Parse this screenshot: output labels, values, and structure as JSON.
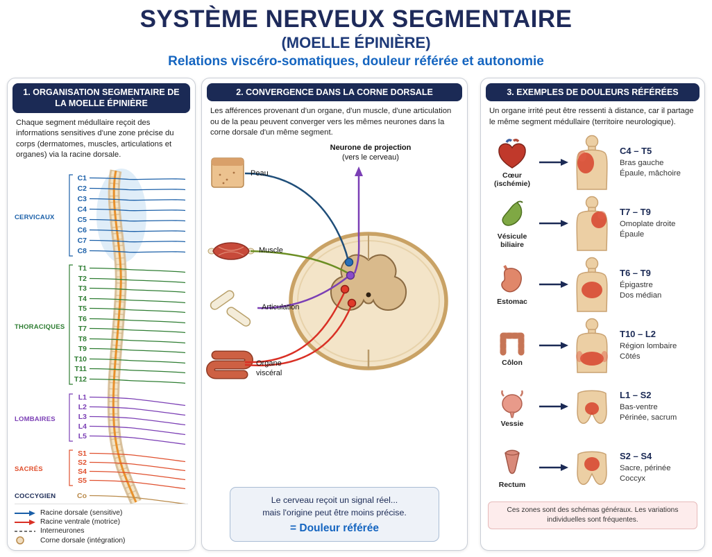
{
  "page": {
    "title": "SYSTÈME NERVEUX SEGMENTAIRE",
    "subtitle": "(MOELLE ÉPINIÈRE)",
    "tagline": "Relations viscéro-somatiques, douleur référée et autonomie"
  },
  "colors": {
    "navy": "#1b2a55",
    "accent_blue": "#1565c0",
    "cervical": "#1a5fa8",
    "thoracic": "#2e7d32",
    "lumbar": "#7b3fb5",
    "sacral": "#e0502e",
    "coccygeal": "#b98a4a",
    "referred_red": "#d63a25"
  },
  "panel1": {
    "title": "1. ORGANISATION SEGMENTAIRE DE LA MOELLE ÉPINIÈRE",
    "intro": "Chaque segment médullaire reçoit des informations sensitives d'une zone précise du corps (dermatomes, muscles, articulations et organes) via la racine dorsale.",
    "groups": [
      {
        "name": "CERVICAUX",
        "color": "#1a5fa8",
        "segments": [
          "C1",
          "C2",
          "C3",
          "C4",
          "C5",
          "C6",
          "C7",
          "C8"
        ]
      },
      {
        "name": "THORACIQUES",
        "color": "#2e7d32",
        "segments": [
          "T1",
          "T2",
          "T3",
          "T4",
          "T5",
          "T6",
          "T7",
          "T8",
          "T9",
          "T10",
          "T11",
          "T12"
        ]
      },
      {
        "name": "LOMBAIRES",
        "color": "#7b3fb5",
        "segments": [
          "L1",
          "L2",
          "L3",
          "L4",
          "L5"
        ]
      },
      {
        "name": "SACRÉS",
        "color": "#e0502e",
        "segments": [
          "S1",
          "S2",
          "S4",
          "S5"
        ]
      },
      {
        "name": "COCCYGIEN",
        "color": "#1b2a55",
        "segments": [
          "Co"
        ]
      }
    ],
    "legend": [
      {
        "icon": "arrow-right-blue",
        "label": "Racine dorsale (sensitive)"
      },
      {
        "icon": "arrow-right-red",
        "label": "Racine ventrale (motrice)"
      },
      {
        "icon": "dashed-line",
        "label": "Interneurones"
      },
      {
        "icon": "beige-dot",
        "label": "Corne dorsale (intégration)"
      }
    ]
  },
  "panel2": {
    "title": "2. CONVERGENCE DANS LA CORNE DORSALE",
    "intro": "Les afférences provenant d'un organe, d'un muscle, d'une articulation ou de la peau peuvent converger vers les mêmes neurones dans la corne dorsale d'un même segment.",
    "projection_line1": "Neurone de projection",
    "projection_line2": "(vers le cerveau)",
    "inputs": [
      {
        "label": "Peau",
        "color": "#1f4e79"
      },
      {
        "label": "Muscle",
        "color": "#6b8e23"
      },
      {
        "label": "Articulation",
        "color": "#7b3fb5"
      },
      {
        "label": "Organe viscéral",
        "color": "#d93025"
      }
    ],
    "conclusion_line1": "Le cerveau reçoit un signal réel...",
    "conclusion_line2": "mais l'origine peut être moins précise.",
    "conclusion_line3": "= Douleur référée"
  },
  "panel3": {
    "title": "3. EXEMPLES DE DOULEURS RÉFÉRÉES",
    "intro": "Un organe irrité peut être ressenti à distance, car il partage le même segment médullaire (territoire neurologique).",
    "rows": [
      {
        "organ_line1": "Cœur",
        "organ_line2": "(ischémie)",
        "segments": "C4 – T5",
        "zone_line1": "Bras gauche",
        "zone_line2": "Épaule, mâchoire"
      },
      {
        "organ_line1": "Vésicule",
        "organ_line2": "biliaire",
        "segments": "T7 – T9",
        "zone_line1": "Omoplate droite",
        "zone_line2": "Épaule"
      },
      {
        "organ_line1": "Estomac",
        "segments": "T6 – T9",
        "zone_line1": "Épigastre",
        "zone_line2": "Dos médian"
      },
      {
        "organ_line1": "Côlon",
        "segments": "T10 – L2",
        "zone_line1": "Région lombaire",
        "zone_line2": "Côtés"
      },
      {
        "organ_line1": "Vessie",
        "segments": "L1 – S2",
        "zone_line1": "Bas-ventre",
        "zone_line2": "Périnée, sacrum"
      },
      {
        "organ_line1": "Rectum",
        "segments": "S2 – S4",
        "zone_line1": "Sacre, périnée",
        "zone_line2": "Coccyx"
      }
    ],
    "footnote": "Ces zones sont des schémas généraux. Les variations individuelles sont fréquentes."
  }
}
